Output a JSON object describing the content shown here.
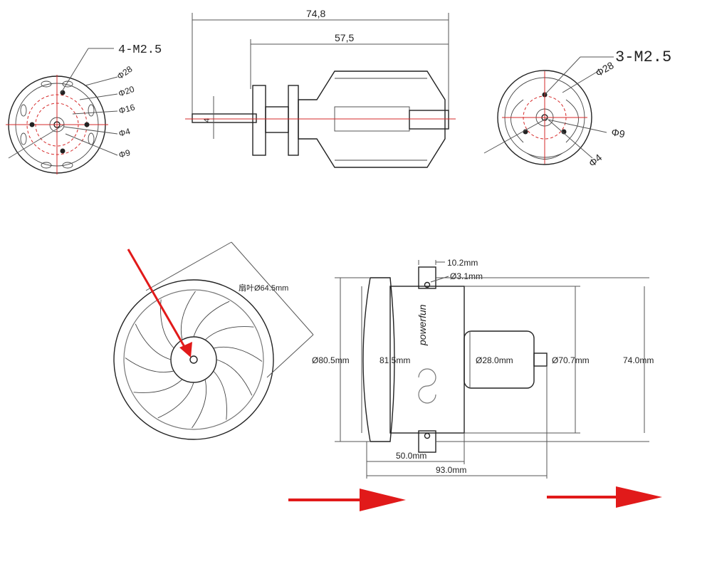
{
  "motor_front": {
    "thread_label": "4-M2.5",
    "diameters": [
      "Φ28",
      "Φ20",
      "Φ16",
      "Φ4",
      "Φ9"
    ]
  },
  "motor_side": {
    "overall_length": "74,8",
    "body_length": "57,5",
    "shaft_dia": "4"
  },
  "motor_rear": {
    "thread_label": "3-M2.5",
    "diameters": [
      "Φ28",
      "Φ9",
      "Φ4"
    ]
  },
  "fan_front": {
    "rotor_label": "扇叶Ø64.5mm"
  },
  "fan_side": {
    "lug_width": "10.2mm",
    "hole_dia": "Ø3.1mm",
    "outer_dia": "Ø80.5mm",
    "inlet_dia": "81.5mm",
    "motor_dia": "Ø28.0mm",
    "duct_dia": "Ø70.7mm",
    "mount_span": "74.0mm",
    "front_length": "50.0mm",
    "total_length": "93.0mm",
    "brand": "powerfun"
  },
  "colors": {
    "arrow": "#e11a1a",
    "centerline": "#d62a2a",
    "ink": "#222222"
  }
}
